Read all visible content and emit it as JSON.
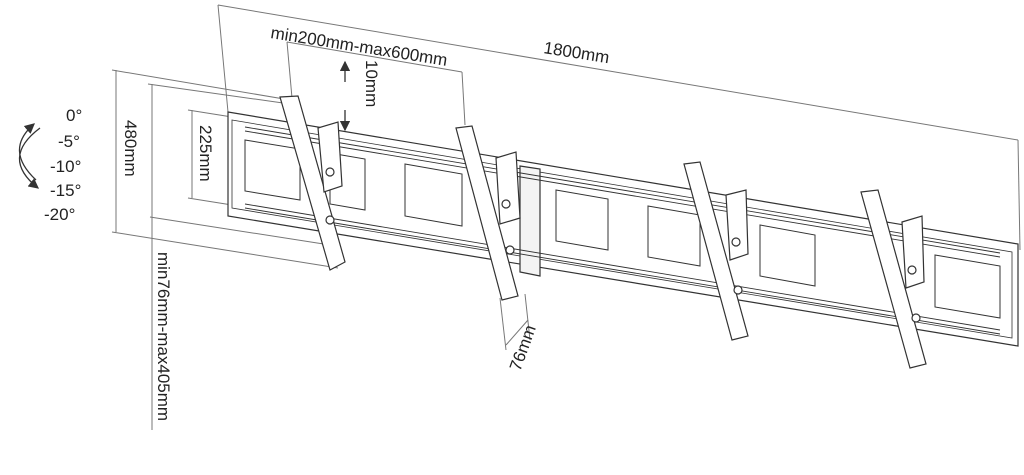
{
  "dimensions": {
    "total_width": "1800mm",
    "arm_spacing": "min200mm-max600mm",
    "arm_offset": "10mm",
    "plate_height": "480mm",
    "inner_height": "225mm",
    "wall_distance": "76mm",
    "screen_vesa": "min76mm-max405mm"
  },
  "tilt_angles": [
    "0°",
    "-5°",
    "-10°",
    "-15°",
    "-20°"
  ],
  "colors": {
    "line": "#333333",
    "fill": "#ffffff",
    "dimension": "#777777"
  }
}
